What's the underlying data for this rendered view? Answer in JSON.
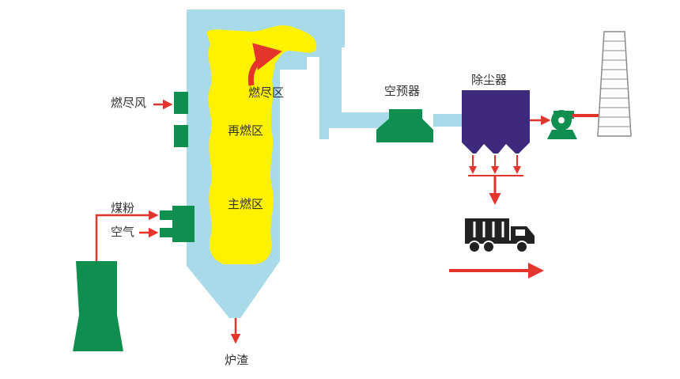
{
  "labels": {
    "burnout_air": "燃尽风",
    "burnout_zone": "燃尽区",
    "reburn_zone": "再燃区",
    "main_zone": "主燃区",
    "coal_powder": "煤粉",
    "air": "空气",
    "slag": "炉渣",
    "air_preheater": "空预器",
    "dust_collector": "除尘器"
  },
  "colors": {
    "boiler_shell": "#a8daea",
    "flame": "#fff200",
    "equipment_green": "#0f8f4f",
    "dust_collector": "#3d2a7c",
    "arrow_red": "#e5342b",
    "truck": "#222222",
    "chimney_line": "#8a8a8a"
  }
}
